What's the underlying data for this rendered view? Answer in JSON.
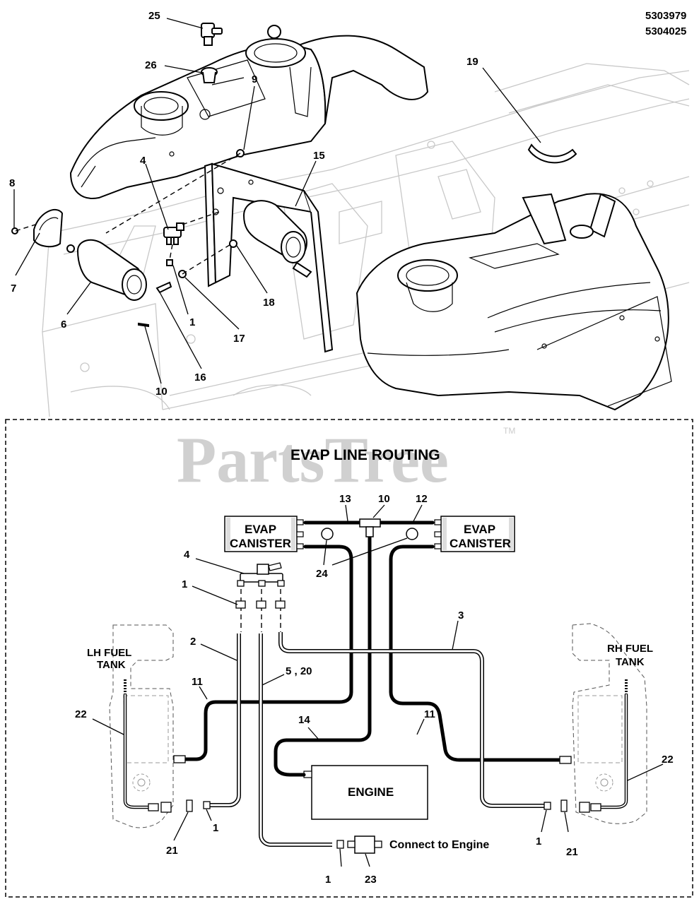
{
  "part_numbers": [
    "5303979",
    "5304025"
  ],
  "watermark": "PartsTree",
  "watermark_tm": "TM",
  "routing_title": "EVAP LINE ROUTING",
  "boxes": {
    "canister_left": [
      "EVAP",
      "CANISTER"
    ],
    "canister_right": [
      "EVAP",
      "CANISTER"
    ],
    "engine": "ENGINE"
  },
  "tank_labels": {
    "lh": [
      "LH FUEL",
      "TANK"
    ],
    "rh": [
      "RH FUEL",
      "TANK"
    ]
  },
  "connect_text": "Connect to Engine",
  "callouts_top": {
    "c25": "25",
    "c26": "26",
    "c9": "9",
    "c19": "19",
    "c4": "4",
    "c15": "15",
    "c8": "8",
    "c7": "7",
    "c6": "6",
    "c1": "1",
    "c18": "18",
    "c17": "17",
    "c16": "16",
    "c10": "10"
  },
  "callouts_routing": {
    "c13": "13",
    "c10": "10",
    "c12": "12",
    "c24": "24",
    "c4": "4",
    "c1": "1",
    "c3": "3",
    "c2": "2",
    "c11a": "11",
    "c5_20": "5 , 20",
    "c22a": "22",
    "c14": "14",
    "c11b": "11",
    "c22b": "22",
    "c21a": "21",
    "c1b": "1",
    "c1c": "1",
    "c23": "23",
    "c1d": "1",
    "c21b": "21"
  },
  "colors": {
    "line": "#000000",
    "ghost_outline": "#c8c8c8",
    "watermark": "#d0d0d0",
    "background": "#ffffff"
  }
}
